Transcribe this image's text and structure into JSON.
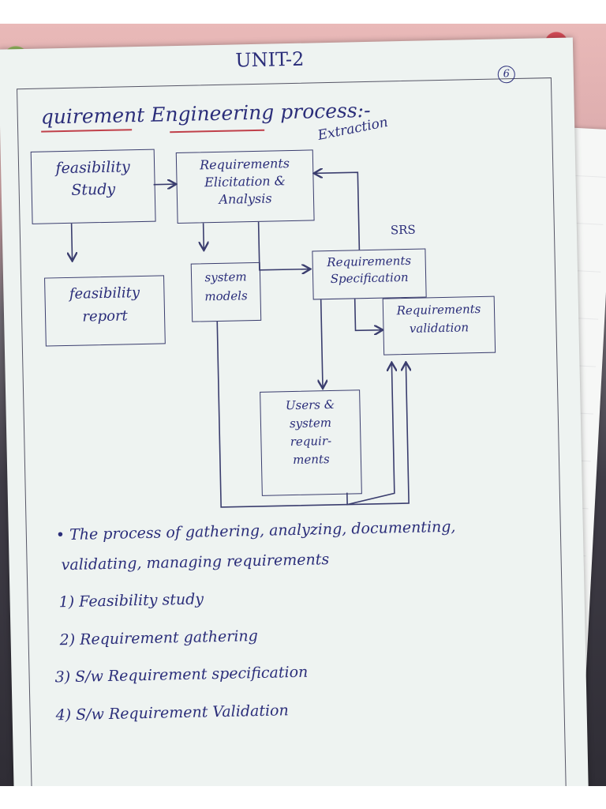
{
  "header": {
    "unit": "UNIT-2",
    "page_number": "6"
  },
  "title": {
    "main": "quirement Engineering process:-",
    "extra": "Extraction"
  },
  "diagram": {
    "feasibility_study": [
      "feasibility",
      "Study"
    ],
    "feasibility_report": [
      "feasibility",
      "report"
    ],
    "elicitation": [
      "Requirements",
      "Elicitation &",
      "Analysis"
    ],
    "system_models": [
      "system",
      "models"
    ],
    "srs_label": "SRS",
    "specification": [
      "Requirements",
      "Specification"
    ],
    "validation": [
      "Requirements",
      "validation"
    ],
    "user_requirements": [
      "Users &",
      "system",
      "requir-",
      "ments"
    ]
  },
  "notes": {
    "intro_line1": "• The process of gathering, analyzing, documenting,",
    "intro_line2": "validating, managing requirements",
    "steps": [
      "1) Feasibility study",
      "2) Requirement gathering",
      "3) S/w Requirement specification",
      "4) S/w Requirement Validation"
    ]
  },
  "colors": {
    "ink": "#2b2e7a",
    "paper": "#eef3f1",
    "underline": "#c0404a"
  }
}
